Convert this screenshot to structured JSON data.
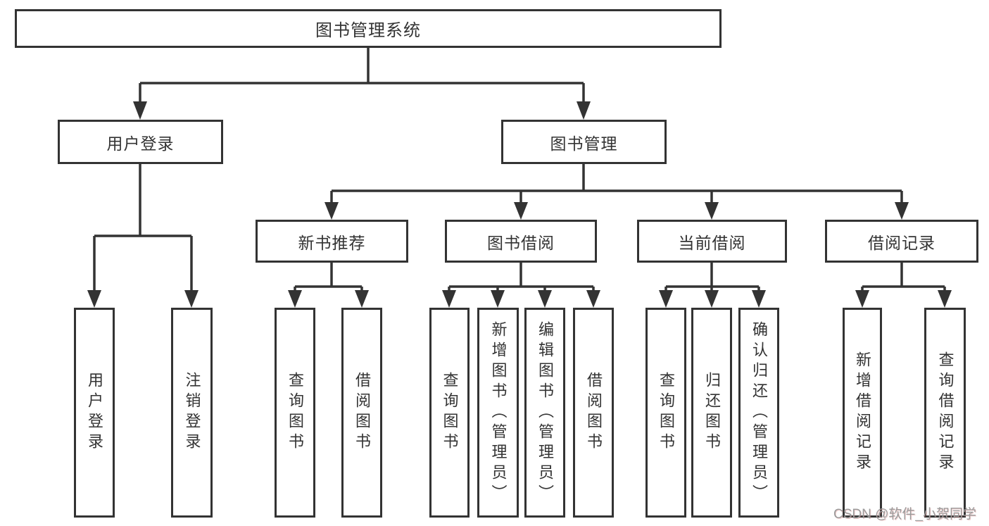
{
  "nodes": {
    "root": {
      "label": "图书管理系统"
    },
    "user_login": {
      "label": "用户登录"
    },
    "book_mgmt": {
      "label": "图书管理"
    },
    "new_book_rec": {
      "label": "新书推荐"
    },
    "book_borrow": {
      "label": "图书借阅"
    },
    "current_borrow": {
      "label": "当前借阅"
    },
    "borrow_records": {
      "label": "借阅记录"
    },
    "leaf_user_login": {
      "label": "用户登录"
    },
    "leaf_logout": {
      "label": "注销登录"
    },
    "leaf_query_book_rec": {
      "label": "查询图书"
    },
    "leaf_borrow_book_rec": {
      "label": "借阅图书"
    },
    "leaf_query_book_borrow": {
      "label": "查询图书"
    },
    "leaf_add_book": {
      "label": "新增图书（管理员）"
    },
    "leaf_edit_book": {
      "label": "编辑图书（管理员）"
    },
    "leaf_borrow_book_borrow": {
      "label": "借阅图书"
    },
    "leaf_query_book_current": {
      "label": "查询图书"
    },
    "leaf_return_book": {
      "label": "归还图书"
    },
    "leaf_confirm_return": {
      "label": "确认归还（管理员）"
    },
    "leaf_add_borrow_record": {
      "label": "新增借阅记录"
    },
    "leaf_query_borrow_record": {
      "label": "查询借阅记录"
    }
  },
  "tree": {
    "图书管理系统": {
      "用户登录": [
        "用户登录",
        "注销登录"
      ],
      "图书管理": {
        "新书推荐": [
          "查询图书",
          "借阅图书"
        ],
        "图书借阅": [
          "查询图书",
          "新增图书（管理员）",
          "编辑图书（管理员）",
          "借阅图书"
        ],
        "当前借阅": [
          "查询图书",
          "归还图书",
          "确认归还（管理员）"
        ],
        "借阅记录": [
          "新增借阅记录",
          "查询借阅记录"
        ]
      }
    }
  },
  "watermark": {
    "text": "CSDN @软件_小贺同学"
  },
  "colors": {
    "line": "#333333",
    "text": "#333333",
    "box_background": "#ffffff",
    "page_background": "#ffffff",
    "watermark_text": "#9b9b9b"
  }
}
